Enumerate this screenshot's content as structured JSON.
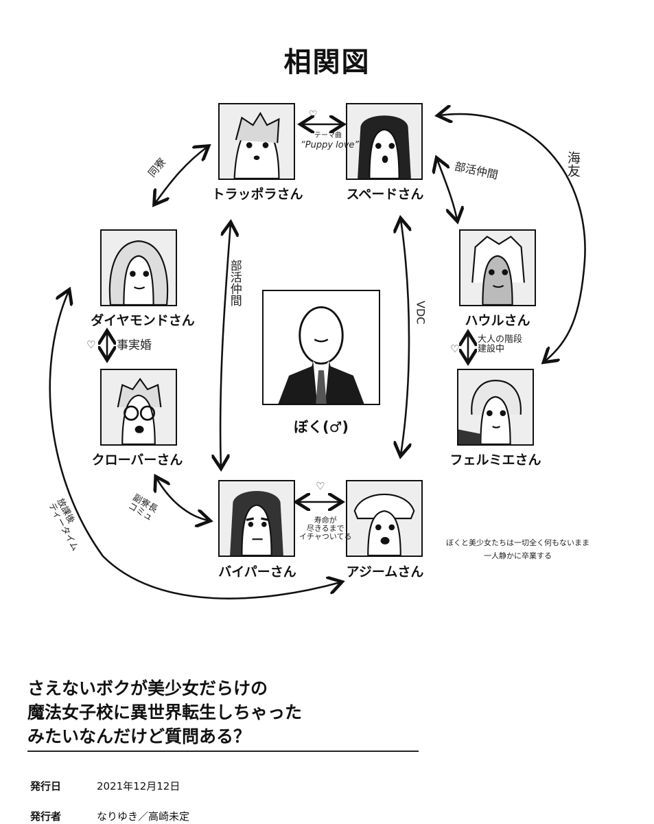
{
  "title": "相関図",
  "characters": {
    "trappola": "トラッポラさん",
    "spade": "スペードさん",
    "diamond": "ダイヤモンドさん",
    "howl": "ハウルさん",
    "clover": "クローバーさん",
    "fermier": "フェルミエさん",
    "viper": "バイパーさん",
    "asim": "アジームさん",
    "me": "ぼく(♂)"
  },
  "relations": {
    "theme_song_prefix": "テーマ曲",
    "theme_song": "“Puppy love”",
    "coworker": "同寮",
    "club_friend_top": "部活仲間",
    "club_friend_left": "部活仲間",
    "vdc": "VDC",
    "sea_friend": "海友",
    "common_law_marriage": "事実婚",
    "adult_stairs": "大人の階段\n建設中",
    "vice_dorm_leader": "副寮長\nコミュ",
    "after_school": "放課後\nティータイム",
    "till_death": "寿命が\n尽きるまで\nイチャついてる",
    "heart": "♡",
    "me_note": "ぼくと美少女たちは一切全く何もないまま\n一人静かに卒業する"
  },
  "book": {
    "title_line1": "さえないボクが美少女だらけの",
    "title_line2": "魔法女子校に異世界転生しちゃった",
    "title_line3": "みたいなんだけど質問ある？",
    "date_label": "発行日",
    "date_value": "2021年12月12日",
    "publisher_label": "発行者",
    "publisher_value": "なりゆき／高崎未定"
  }
}
